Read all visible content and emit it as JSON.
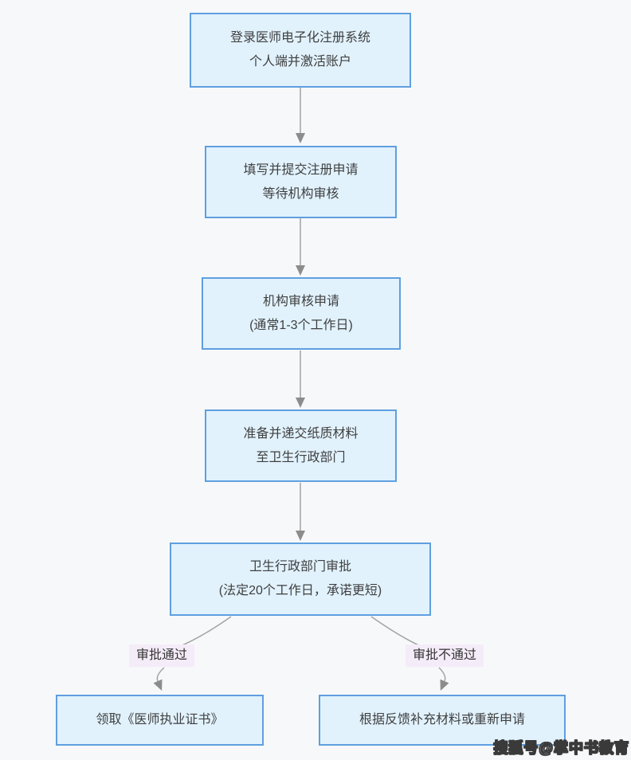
{
  "canvas": {
    "background": "#f7f8fa"
  },
  "colors": {
    "node_fill": "#e1f2fd",
    "node_border": "#5f9fe0",
    "node_text": "#3f3f3f",
    "connector": "#a3a3a3",
    "arrowhead": "#8c8c8c",
    "branch_label_bg": "#f5ecf9"
  },
  "flow": {
    "nodes": [
      {
        "id": "login",
        "lines": [
          "登录医师电子化注册系统",
          "个人端并激活账户"
        ]
      },
      {
        "id": "submit",
        "lines": [
          "填写并提交注册申请",
          "等待机构审核"
        ]
      },
      {
        "id": "org-review",
        "lines": [
          "机构审核申请",
          "(通常1-3个工作日)"
        ]
      },
      {
        "id": "paper-material",
        "lines": [
          "准备并递交纸质材料",
          "至卫生行政部门"
        ]
      },
      {
        "id": "admin-approval",
        "lines": [
          "卫生行政部门审批",
          "(法定20个工作日，承诺更短)"
        ]
      },
      {
        "id": "certificate",
        "lines": [
          "领取《医师执业证书》"
        ]
      },
      {
        "id": "resubmit",
        "lines": [
          "根据反馈补充材料或重新申请"
        ]
      }
    ],
    "branch_labels": {
      "pass": "审批通过",
      "fail": "审批不通过"
    }
  },
  "watermark": {
    "text": "搜狐号@掌中书教育"
  }
}
